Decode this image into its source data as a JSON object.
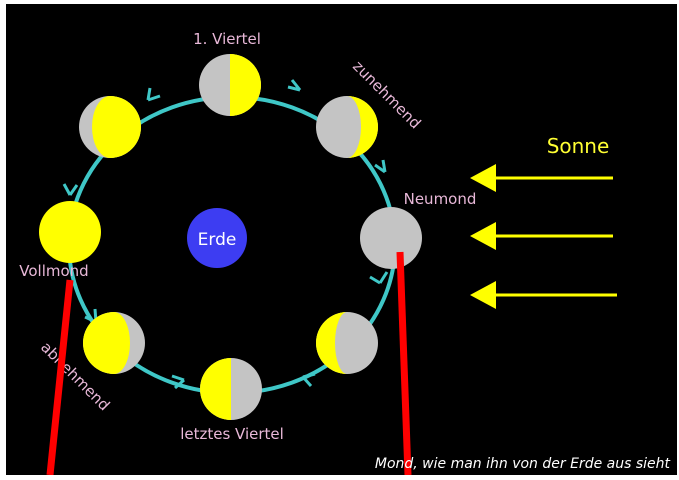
{
  "labels": {
    "first_quarter": "1. Viertel",
    "waxing": "zunehmend",
    "new_moon": "Neumond",
    "full_moon": "Vollmond",
    "waning": "abnehmend",
    "last_quarter": "letztes Viertel",
    "earth": "Erde",
    "sun": "Sonne",
    "caption": "Mond, wie man ihn von der Erde aus sieht"
  },
  "colors": {
    "background": "#000000",
    "orbit": "#3fc7c7",
    "moon_lit": "#ffff00",
    "moon_dark": "#c4c4c4",
    "earth": "#3d3df2",
    "sun_text": "#ffff33",
    "label_pink": "#e8b8d8",
    "red_line": "#ff0000"
  },
  "moon_phases": [
    {
      "name": "Neumond",
      "lit": "none"
    },
    {
      "name": "zunehmend",
      "lit": "crescent-left-dark"
    },
    {
      "name": "1. Viertel",
      "lit": "right-half"
    },
    {
      "name": "zunehmend-gibbous",
      "lit": "gibbous"
    },
    {
      "name": "Vollmond",
      "lit": "full"
    },
    {
      "name": "abnehmend-gibbous",
      "lit": "gibbous"
    },
    {
      "name": "letztes Viertel",
      "lit": "left-half"
    },
    {
      "name": "abnehmend",
      "lit": "crescent"
    }
  ]
}
